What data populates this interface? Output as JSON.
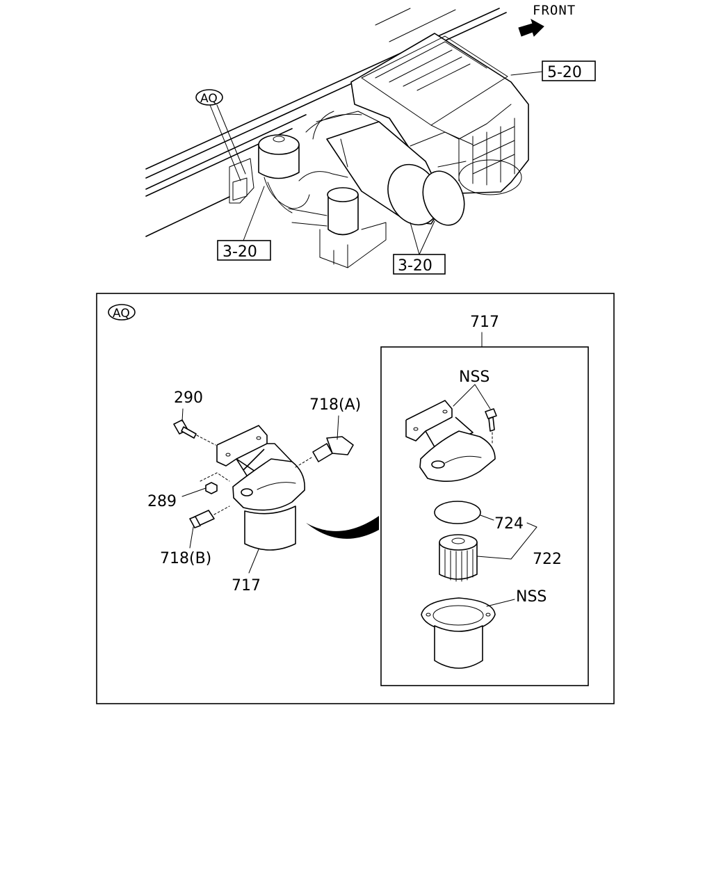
{
  "overview": {
    "front_label": "FRONT",
    "view_tag": "AQ",
    "ref_5_20": "5-20",
    "ref_3_20_left": "3-20",
    "ref_3_20_right": "3-20"
  },
  "detail": {
    "view_tag": "AQ",
    "labels": {
      "p290": "290",
      "p289": "289",
      "p718a": "718(A)",
      "p718b": "718(B)",
      "p717_main": "717",
      "p717_inset": "717",
      "nss_top": "NSS",
      "nss_bottom": "NSS",
      "p724": "724",
      "p722": "722"
    }
  }
}
